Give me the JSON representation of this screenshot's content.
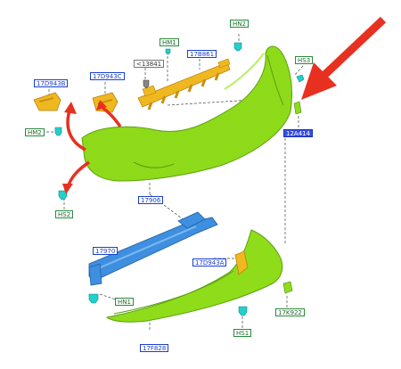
{
  "colors": {
    "bumper": "#8fdc1a",
    "bumper_dark": "#5aa010",
    "bracket": "#f0b820",
    "beam": "#3f8fe0",
    "clip": "#22d0cc",
    "arrow": "#e83020",
    "label_blue": "#1a3fd0",
    "label_green": "#2a8a3a"
  },
  "labels": {
    "hn2": "HN2",
    "hm1": "HM1",
    "n13841": "<13841",
    "n17b861": "17B861",
    "hs3": "HS3",
    "n17d943b": "17D943B",
    "n17d943c": "17D943C",
    "n12a414": "12A414",
    "hm2": "HM2",
    "hs2": "HS2",
    "n17906": "17906",
    "n17970": "17970",
    "n17d943a": "17D943A",
    "hn1": "HN1",
    "hs1": "HS1",
    "n17k922": "17K922",
    "n17f828": "17F828"
  }
}
